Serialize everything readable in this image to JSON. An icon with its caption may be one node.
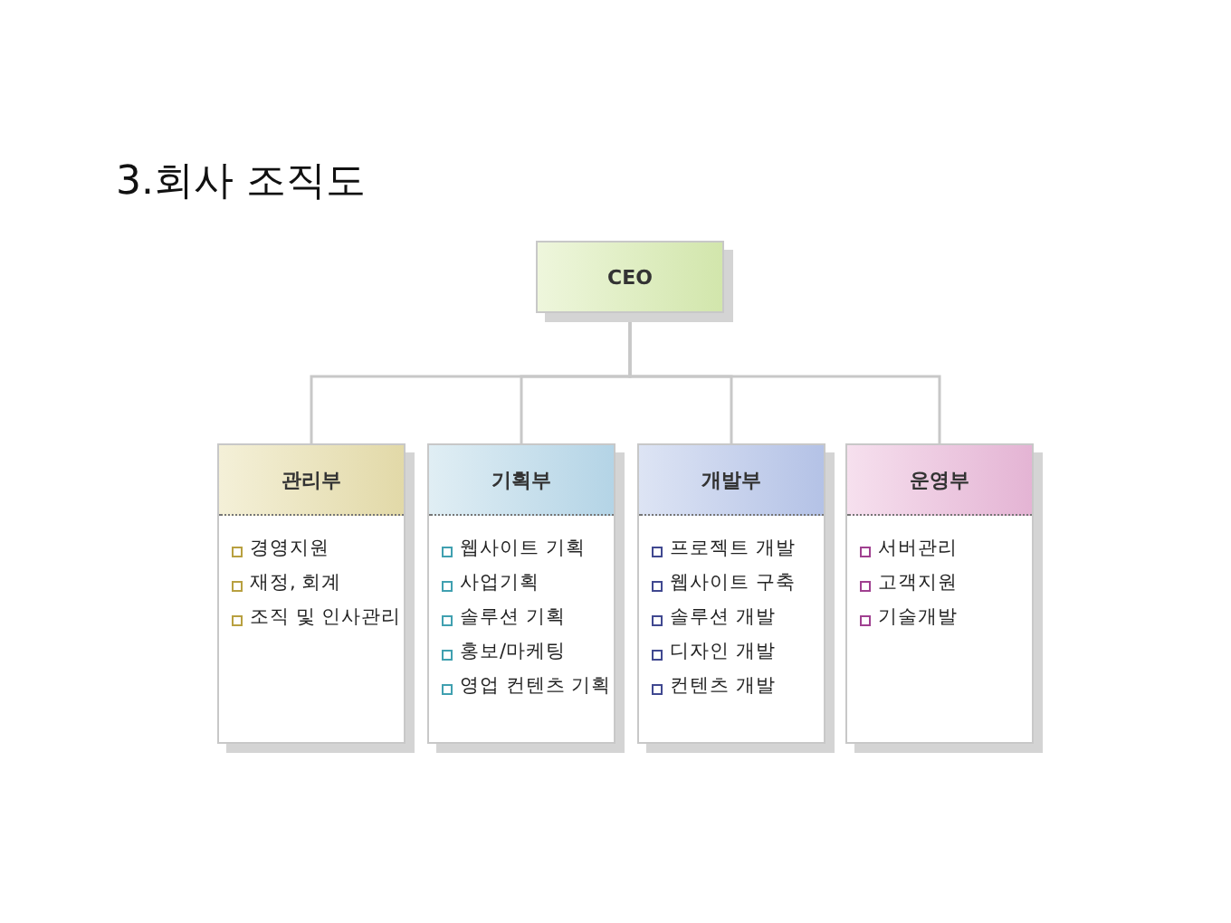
{
  "diagram": {
    "title": "3.회사 조직도",
    "nodes": [
      {
        "text": [
          "CEO"
        ]
      },
      {
        "text": [
          "관리부",
          "경영지원",
          "재정, 회계",
          "조직 및 인사관리"
        ]
      },
      {
        "text": [
          "기획부",
          "웹사이트 기획",
          "사업기획",
          "솔루션 기획",
          "홍보/마케팅",
          "영업 컨텐츠 기획"
        ]
      },
      {
        "text": [
          "개발부",
          "프로젝트 개발",
          "웹사이트 구축",
          "솔루션 개발",
          "디자인 개발",
          "컨텐츠 개발"
        ]
      },
      {
        "text": [
          "운영부",
          "서버관리",
          "고객지원",
          "기술개발"
        ]
      }
    ],
    "edges": [
      {
        "from": 0,
        "to": 1,
        "arrow": "none"
      },
      {
        "from": 0,
        "to": 2,
        "arrow": "none"
      },
      {
        "from": 0,
        "to": 3,
        "arrow": "none"
      },
      {
        "from": 0,
        "to": 4,
        "arrow": "none"
      }
    ]
  }
}
